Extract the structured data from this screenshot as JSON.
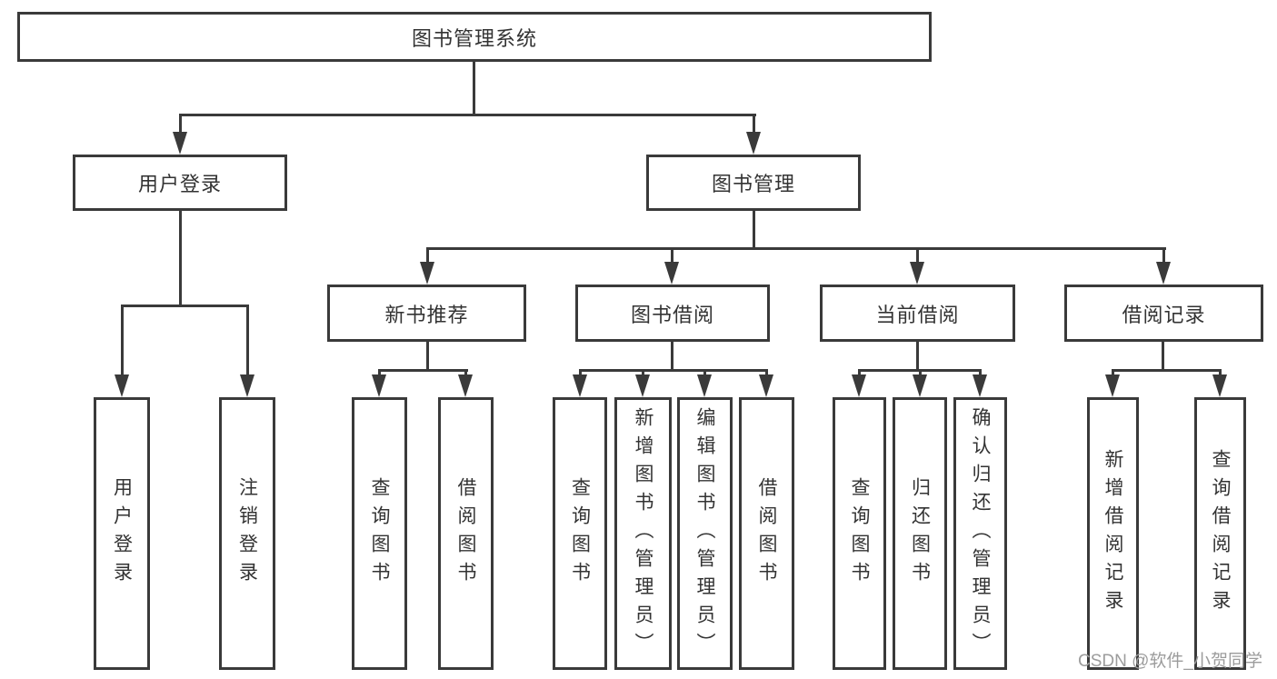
{
  "title": {
    "label": "图书管理系统"
  },
  "level2": {
    "user_login": "用户登录",
    "book_management": "图书管理"
  },
  "level3": {
    "new_book_recommendation": "新书推荐",
    "book_borrowing": "图书借阅",
    "current_borrowing": "当前借阅",
    "borrowing_records": "借阅记录"
  },
  "leaves": {
    "user_login": "用户登录",
    "logout": "注销登录",
    "recommend_query_books": "查询图书",
    "recommend_borrow_books": "借阅图书",
    "borrow_query_books": "查询图书",
    "borrow_add_books_admin": "新增图书（管理员）",
    "borrow_edit_books_admin": "编辑图书（管理员）",
    "borrow_borrow_books": "借阅图书",
    "current_query_books": "查询图书",
    "current_return_books": "归还图书",
    "current_confirm_return_admin": "确认归还（管理员）",
    "records_add_record": "新增借阅记录",
    "records_query_record": "查询借阅记录"
  },
  "watermark": "CSDN @软件_小贺同学",
  "colors": {
    "line": "#3a3a3a",
    "text": "#333333",
    "watermark": "#9c9c9c",
    "background": "#ffffff"
  }
}
